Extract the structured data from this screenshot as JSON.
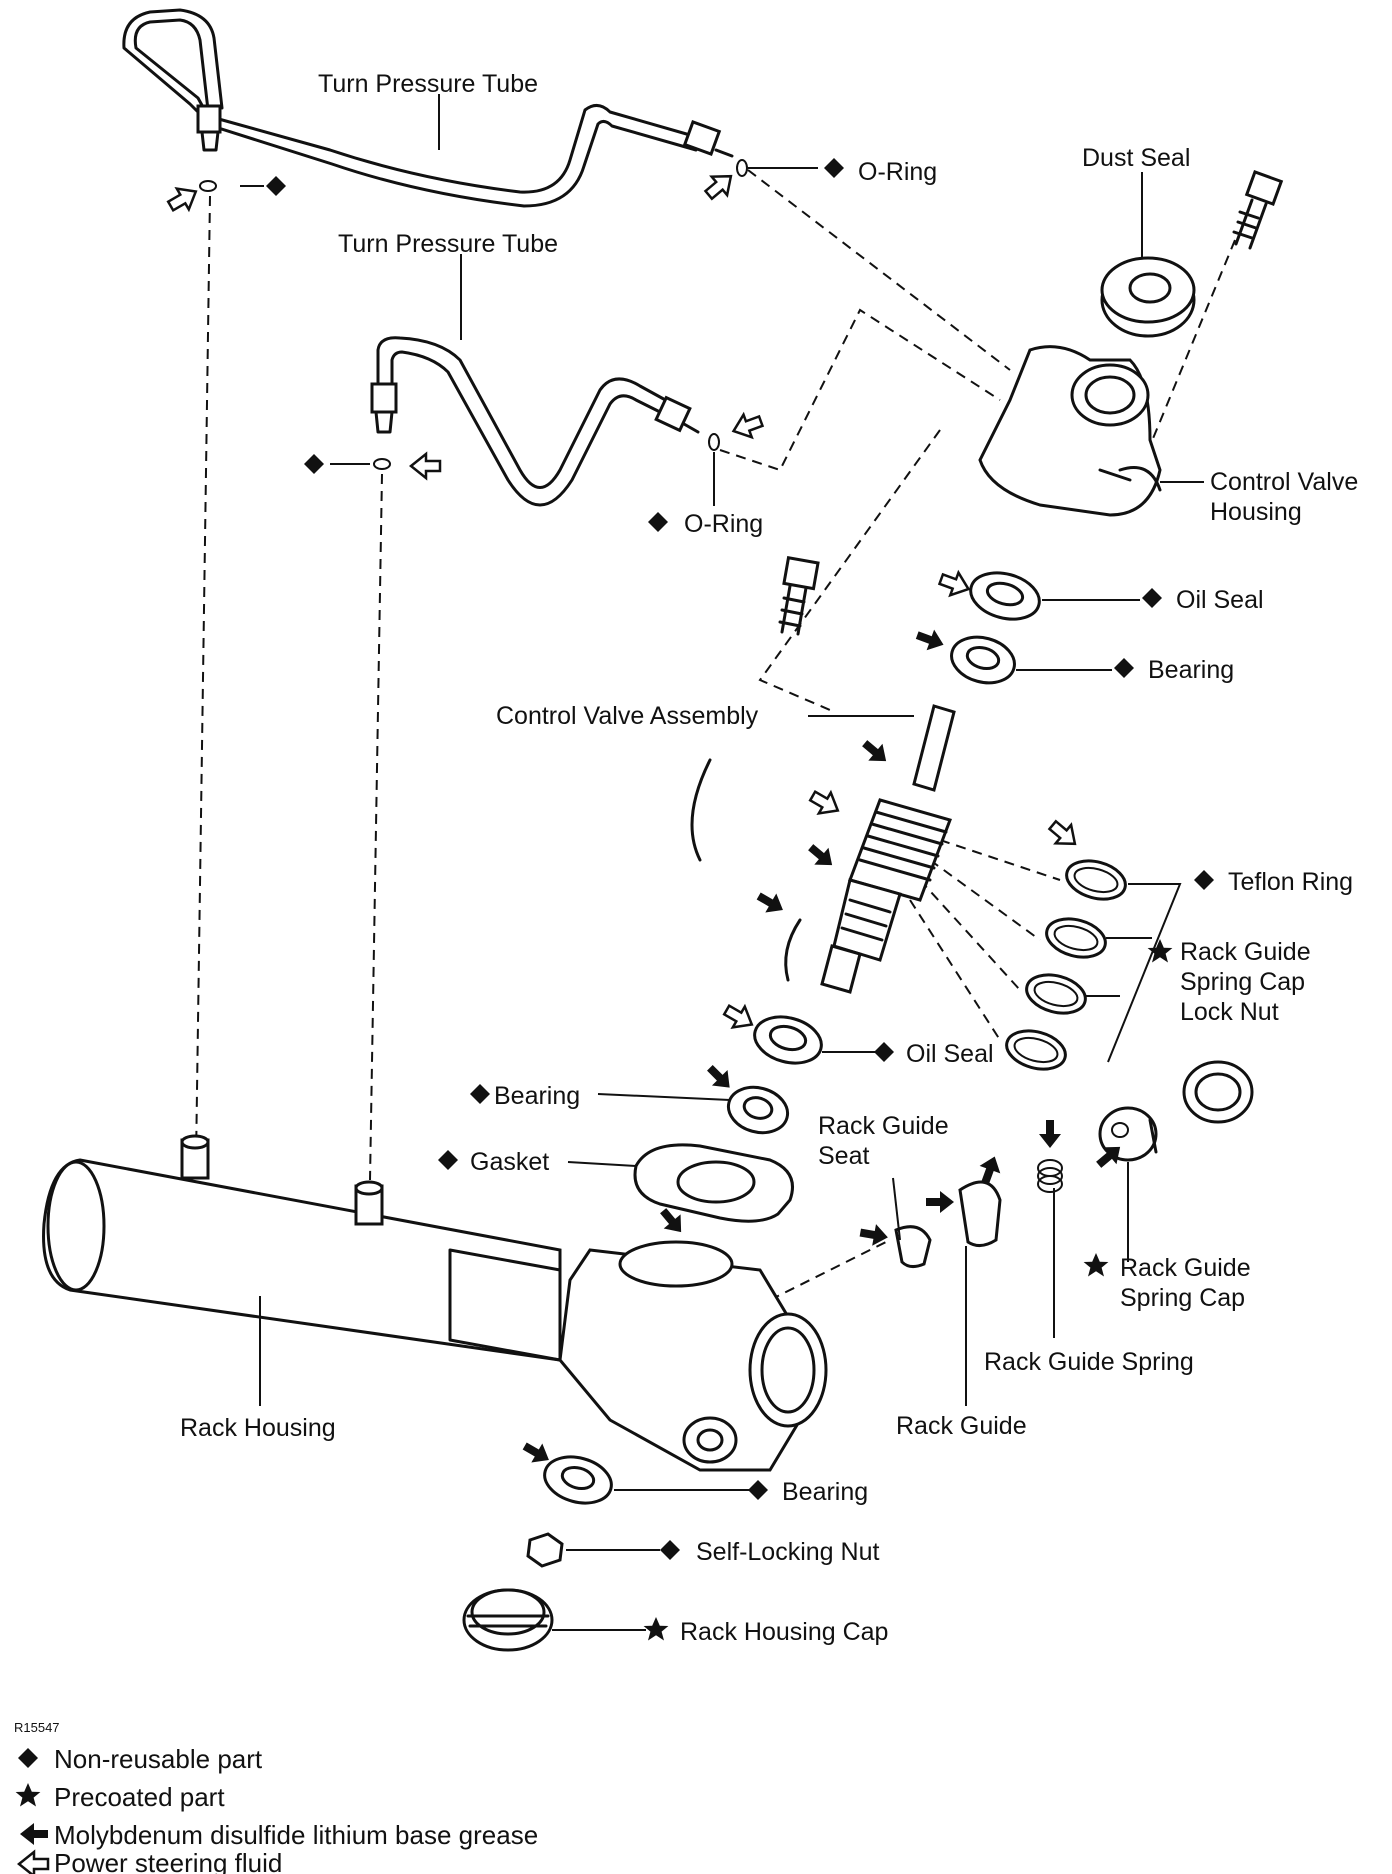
{
  "labels": {
    "turn_tube_1": "Turn Pressure Tube",
    "turn_tube_2": "Turn Pressure Tube",
    "oring_1": "O-Ring",
    "oring_2": "O-Ring",
    "dust_seal": "Dust Seal",
    "cv_housing_1": "Control Valve",
    "cv_housing_2": "Housing",
    "oil_seal_1": "Oil Seal",
    "bearing_1": "Bearing",
    "cv_assembly": "Control Valve Assembly",
    "teflon_ring": "Teflon Ring",
    "lock_nut_1": "Rack Guide",
    "lock_nut_2": "Spring Cap",
    "lock_nut_3": "Lock Nut",
    "oil_seal_2": "Oil Seal",
    "bearing_2": "Bearing",
    "gasket": "Gasket",
    "guide_seat_1": "Rack Guide",
    "guide_seat_2": "Seat",
    "spring_cap_1": "Rack Guide",
    "spring_cap_2": "Spring Cap",
    "guide_spring": "Rack Guide Spring",
    "rack_guide": "Rack Guide",
    "rack_housing": "Rack Housing",
    "bearing_3": "Bearing",
    "self_locking_nut": "Self-Locking Nut",
    "rack_housing_cap": "Rack Housing Cap"
  },
  "figure_code": "R15547",
  "legend": {
    "non_reusable": "Non-reusable part",
    "precoated": "Precoated part",
    "grease": "Molybdenum disulfide lithium base grease",
    "fluid": "Power steering fluid"
  },
  "colors": {
    "ink": "#111111",
    "paper": "#ffffff"
  }
}
